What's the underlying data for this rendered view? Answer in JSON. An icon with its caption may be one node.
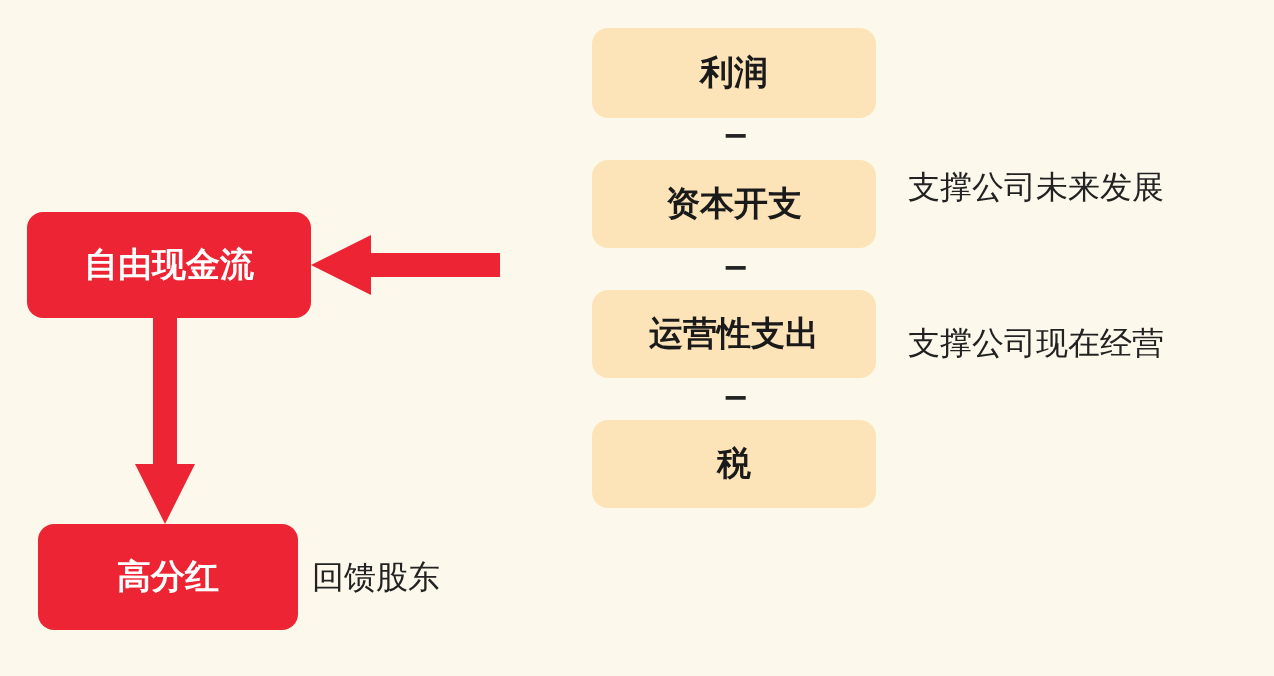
{
  "diagram": {
    "nodes": [
      {
        "text": [
          "利润"
        ]
      },
      {
        "text": [
          "资本开支"
        ],
        "beside": [
          "支撑公司未来发展"
        ]
      },
      {
        "text": [
          "运营性支出"
        ],
        "beside": [
          "支撑公司现在经营"
        ]
      },
      {
        "text": [
          "税"
        ]
      },
      {
        "text": [
          "自由现金流"
        ]
      },
      {
        "text": [
          "高分红"
        ],
        "beside": [
          "回馈股东"
        ]
      }
    ],
    "edges": [
      {
        "from": null,
        "to": 4,
        "arrow": "to"
      },
      {
        "from": 4,
        "to": 5,
        "arrow": "to"
      }
    ],
    "labels": [
      "−",
      "−",
      "−"
    ]
  }
}
